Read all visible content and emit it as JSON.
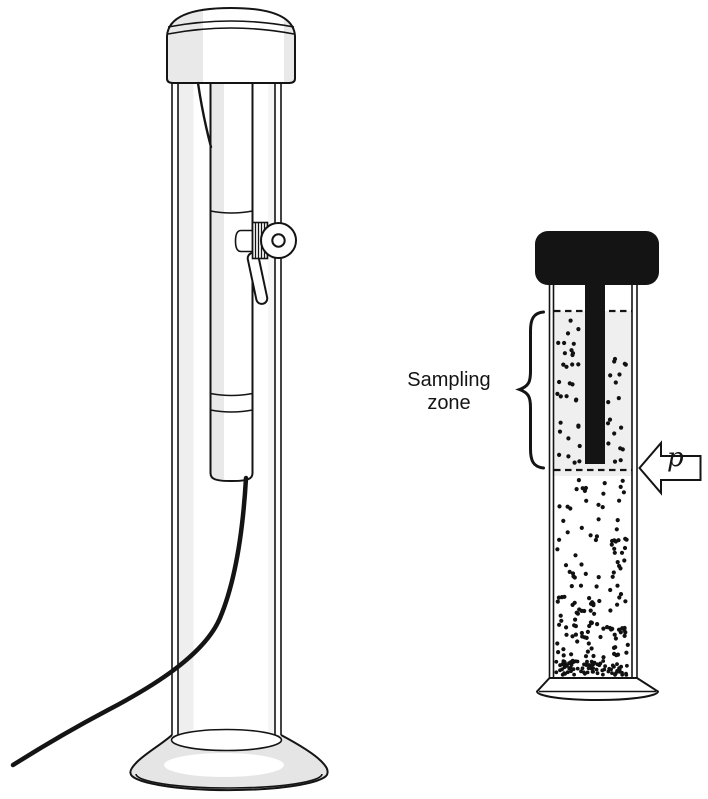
{
  "labels": {
    "sampling_zone_line1": "Sampling",
    "sampling_zone_line2": "zone",
    "pressure_symbol": "p"
  },
  "colors": {
    "ink": "#141414",
    "paper": "#ffffff",
    "cap_shade": "#e9e9e9",
    "glass_reflection": "#efefef",
    "glass_reflection_faint": "#f6f6f6",
    "base_shade": "#e5e5e5",
    "knurl_shade": "#dedede",
    "zone_fill": "#efefef",
    "particle": "#111111"
  },
  "particles": {
    "seed": 20,
    "x_range": [
      556,
      628
    ],
    "rod_x": [
      582,
      608
    ],
    "regions": [
      {
        "name": "sampling-zone",
        "y": [
          320,
          464
        ],
        "count": 50,
        "r": 2.1,
        "avoid_rod": true
      },
      {
        "name": "upper-suspension",
        "y": [
          477,
          596
        ],
        "count": 60,
        "r": 2.1,
        "avoid_rod": false
      },
      {
        "name": "lower-suspension",
        "y": [
          596,
          662
        ],
        "count": 78,
        "r": 2.1,
        "avoid_rod": false
      },
      {
        "name": "sediment-layer",
        "y": [
          661,
          675
        ],
        "count": 82,
        "r": 1.9,
        "avoid_rod": false
      }
    ]
  }
}
